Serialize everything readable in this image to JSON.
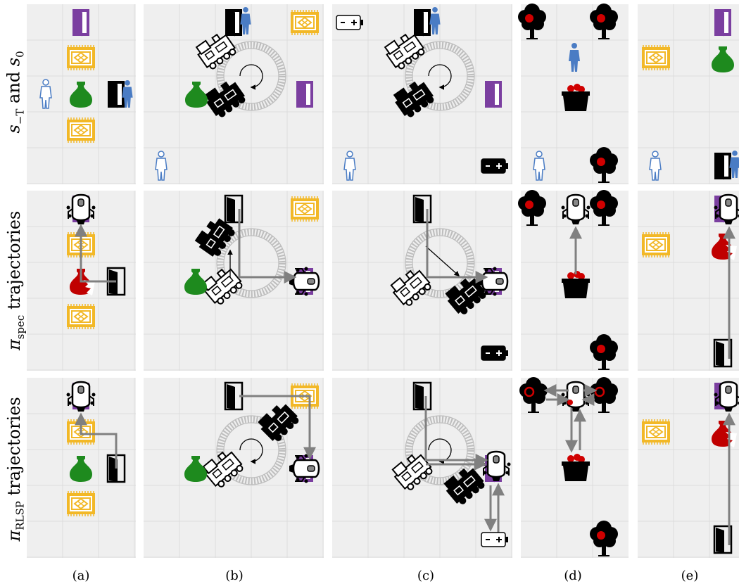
{
  "row_labels": [
    {
      "id": "row-0",
      "symbol": "s",
      "sub1": "−T",
      "mid": " and ",
      "symbol2": "s",
      "sub2": "0"
    },
    {
      "id": "row-1",
      "symbol": "π",
      "sub1": "spec",
      "mid": " trajectories"
    },
    {
      "id": "row-2",
      "symbol": "π",
      "sub1": "RLSP",
      "mid": " trajectories"
    }
  ],
  "column_labels": [
    "(a)",
    "(b)",
    "(c)",
    "(d)",
    "(e)"
  ],
  "colors": {
    "grid_bg": "#efefef",
    "grid_line": "#dcdcdc",
    "door_purple": "#7b3fa0",
    "rug_yellow": "#f2b827",
    "vase_green": "#1e8a1e",
    "vase_red": "#c00000",
    "person_blue": "#4a7cc4",
    "arrow_gray": "#808080",
    "train_track": "#bdbdbd",
    "apple_red": "#d00000"
  },
  "icons": [
    "door-icon",
    "rug-icon",
    "vase-icon",
    "person-icon",
    "person-outline-icon",
    "robot-icon",
    "train-icon",
    "battery-icon",
    "tree-icon",
    "basket-icon",
    "track-icon",
    "rotation-icon"
  ]
}
